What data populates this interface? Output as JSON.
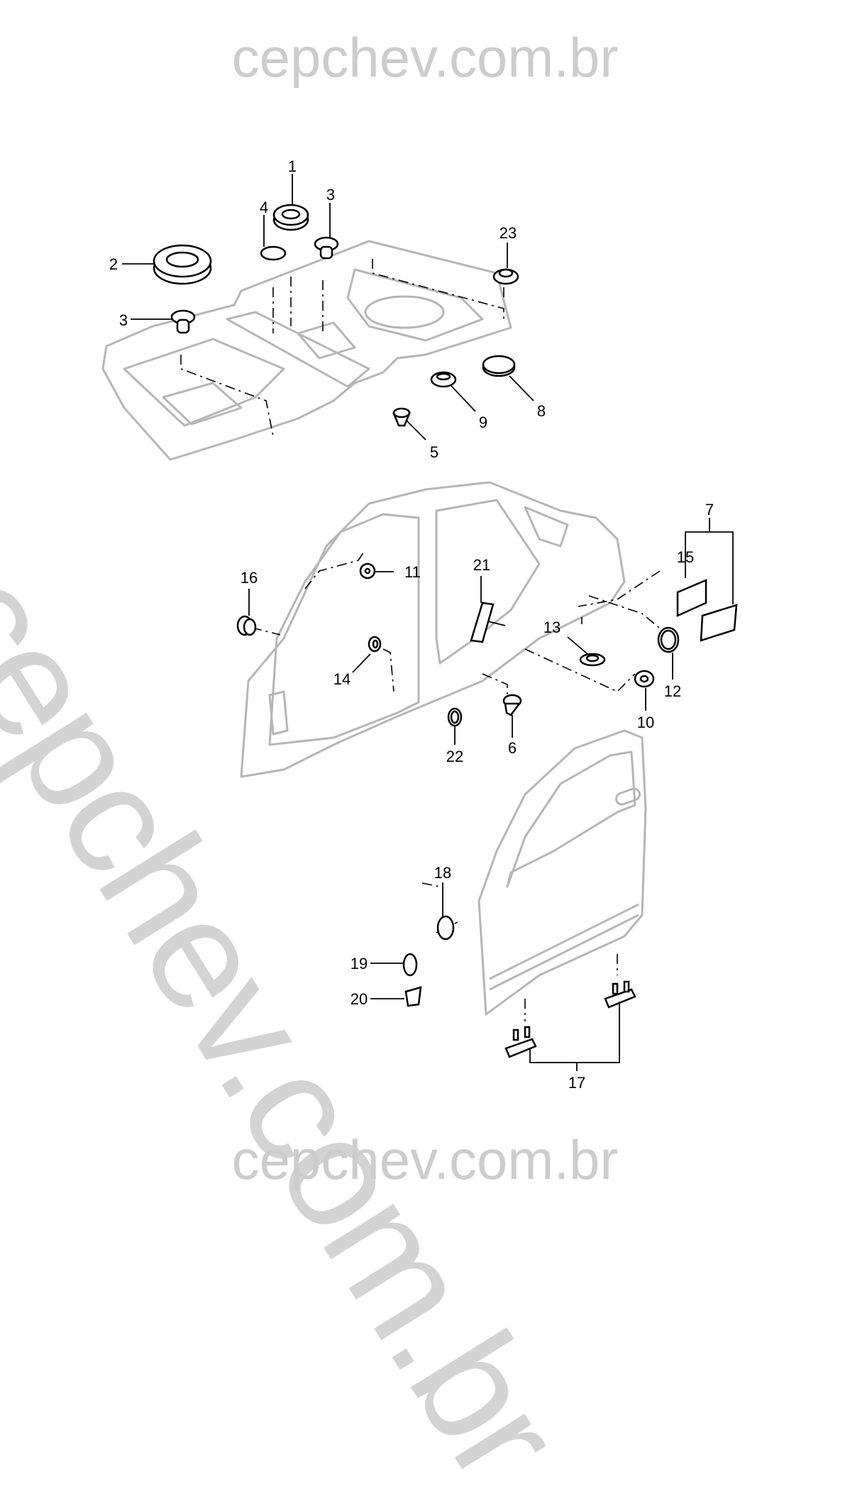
{
  "watermark": {
    "top": "cepchev.com.br",
    "bottom": "cepchev.com.br",
    "diagonal": "cepchev.com.br"
  },
  "diagram": {
    "title": "",
    "assemblies": [
      "floor-panel",
      "body-side",
      "front-door"
    ],
    "callouts": [
      {
        "id": "c1",
        "label": "1",
        "part": "grommet-large"
      },
      {
        "id": "c2",
        "label": "2",
        "part": "grommet-ring"
      },
      {
        "id": "c3a",
        "label": "3",
        "part": "plug-stem"
      },
      {
        "id": "c3b",
        "label": "3",
        "part": "plug-stem"
      },
      {
        "id": "c4",
        "label": "4",
        "part": "plug-flat"
      },
      {
        "id": "c5",
        "label": "5",
        "part": "plug-cone"
      },
      {
        "id": "c6",
        "label": "6",
        "part": "clip"
      },
      {
        "id": "c7",
        "label": "7",
        "part": "vent-assembly"
      },
      {
        "id": "c8",
        "label": "8",
        "part": "plug-cap"
      },
      {
        "id": "c9",
        "label": "9",
        "part": "grommet"
      },
      {
        "id": "c10",
        "label": "10",
        "part": "grommet"
      },
      {
        "id": "c11",
        "label": "11",
        "part": "plug"
      },
      {
        "id": "c12",
        "label": "12",
        "part": "ring"
      },
      {
        "id": "c13",
        "label": "13",
        "part": "grommet-oval"
      },
      {
        "id": "c14",
        "label": "14",
        "part": "grommet-small"
      },
      {
        "id": "c15",
        "label": "15",
        "part": "vent-screen"
      },
      {
        "id": "c16",
        "label": "16",
        "part": "bumper"
      },
      {
        "id": "c17",
        "label": "17",
        "part": "door-hinge-pad"
      },
      {
        "id": "c18",
        "label": "18",
        "part": "door-grommet"
      },
      {
        "id": "c19",
        "label": "19",
        "part": "boot"
      },
      {
        "id": "c20",
        "label": "20",
        "part": "bracket"
      },
      {
        "id": "c21",
        "label": "21",
        "part": "pad-strip"
      },
      {
        "id": "c22",
        "label": "22",
        "part": "ring-small"
      },
      {
        "id": "c23",
        "label": "23",
        "part": "grommet"
      }
    ]
  }
}
